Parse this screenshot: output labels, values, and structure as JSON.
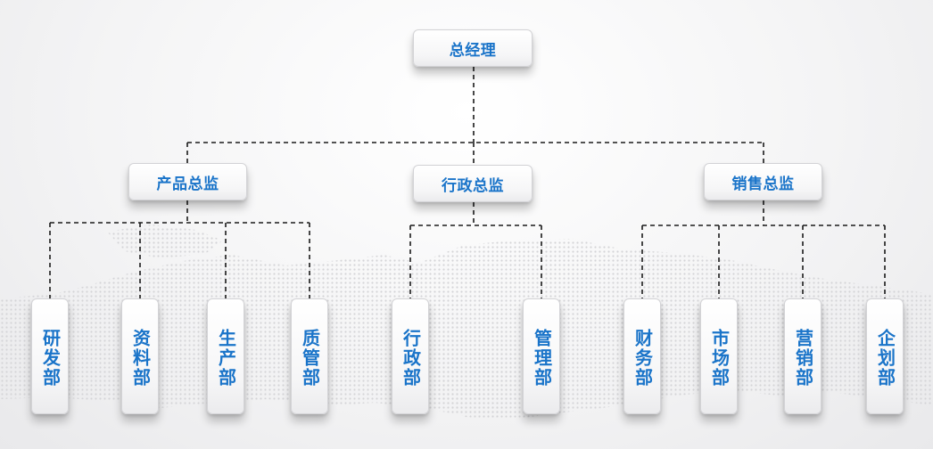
{
  "colors": {
    "text": "#1a74c9",
    "line": "#1a1a1a"
  },
  "root": {
    "label": "总经理"
  },
  "directors": [
    {
      "label": "产品总监",
      "departments": [
        {
          "label": "研发部"
        },
        {
          "label": "资料部"
        },
        {
          "label": "生产部"
        },
        {
          "label": "质管部"
        }
      ]
    },
    {
      "label": "行政总监",
      "departments": [
        {
          "label": "行政部"
        },
        {
          "label": "管理部"
        }
      ]
    },
    {
      "label": "销售总监",
      "departments": [
        {
          "label": "财务部"
        },
        {
          "label": "市场部"
        },
        {
          "label": "营销部"
        },
        {
          "label": "企划部"
        }
      ]
    }
  ]
}
